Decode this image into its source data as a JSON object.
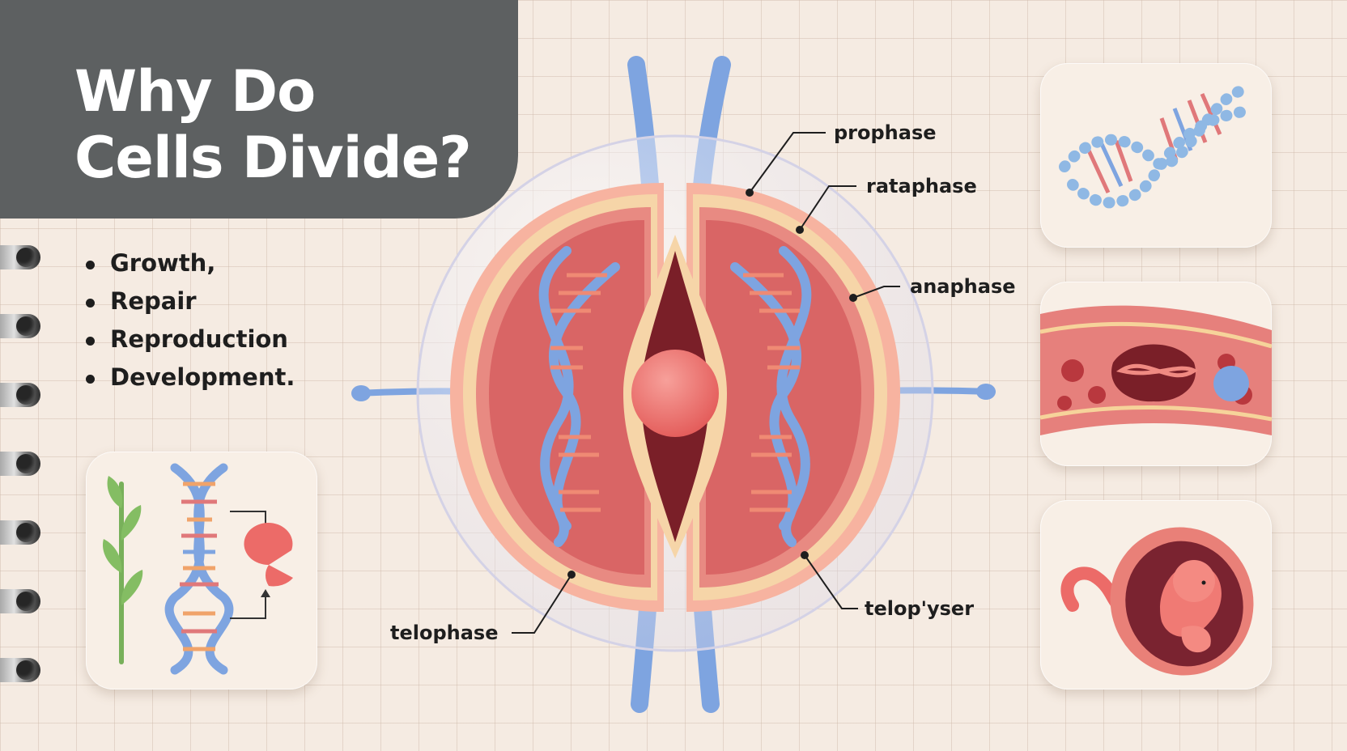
{
  "title": {
    "line1": "Why Do",
    "line2": "Cells Divide?"
  },
  "reasons": [
    "Growth,",
    "Repair",
    "Reproduction",
    "Development."
  ],
  "phase_labels": {
    "prophase": "prophase",
    "rataphase": "rataphase",
    "anaphase": "anaphase",
    "telophase": "telophase",
    "telopyser": "telop'yser"
  },
  "icons": {
    "left_card": [
      "plant-icon",
      "dna-icon",
      "pacman-cell-icon"
    ],
    "right_cards": [
      "dna-helix-icon",
      "blood-vessel-icon",
      "embryo-icon"
    ]
  },
  "colors": {
    "title_panel": "#5d6061",
    "background": "#f5ebe2",
    "cell_red": "#e06a6a",
    "membrane_peach": "#f6c9a8",
    "chromosome_blue": "#7ea4e0",
    "nucleus": "#ef6f6a"
  }
}
